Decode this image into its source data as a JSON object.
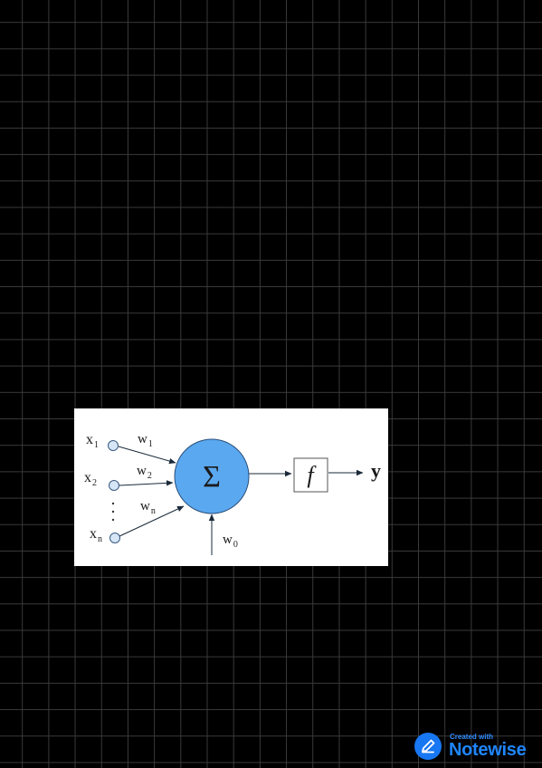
{
  "diagram": {
    "inputs": [
      {
        "base": "x",
        "sub": "1"
      },
      {
        "base": "x",
        "sub": "2"
      },
      {
        "base": "x",
        "sub": "n"
      }
    ],
    "weights": [
      {
        "base": "w",
        "sub": "1"
      },
      {
        "base": "w",
        "sub": "2"
      },
      {
        "base": "w",
        "sub": "n"
      }
    ],
    "bias": {
      "base": "w",
      "sub": "0"
    },
    "ellipsis": "·\n·\n·",
    "sum_symbol": "Σ",
    "activation": "f",
    "output": "y",
    "colors": {
      "neuron_fill": "#5aa8f0",
      "neuron_stroke": "#2a4f7a",
      "input_node_fill": "#d6e6f7",
      "arrow": "#1a2a3a"
    }
  },
  "watermark": {
    "created": "Created with",
    "name": "Notewise",
    "icon": "pencil-icon",
    "color": "#1877f2"
  }
}
